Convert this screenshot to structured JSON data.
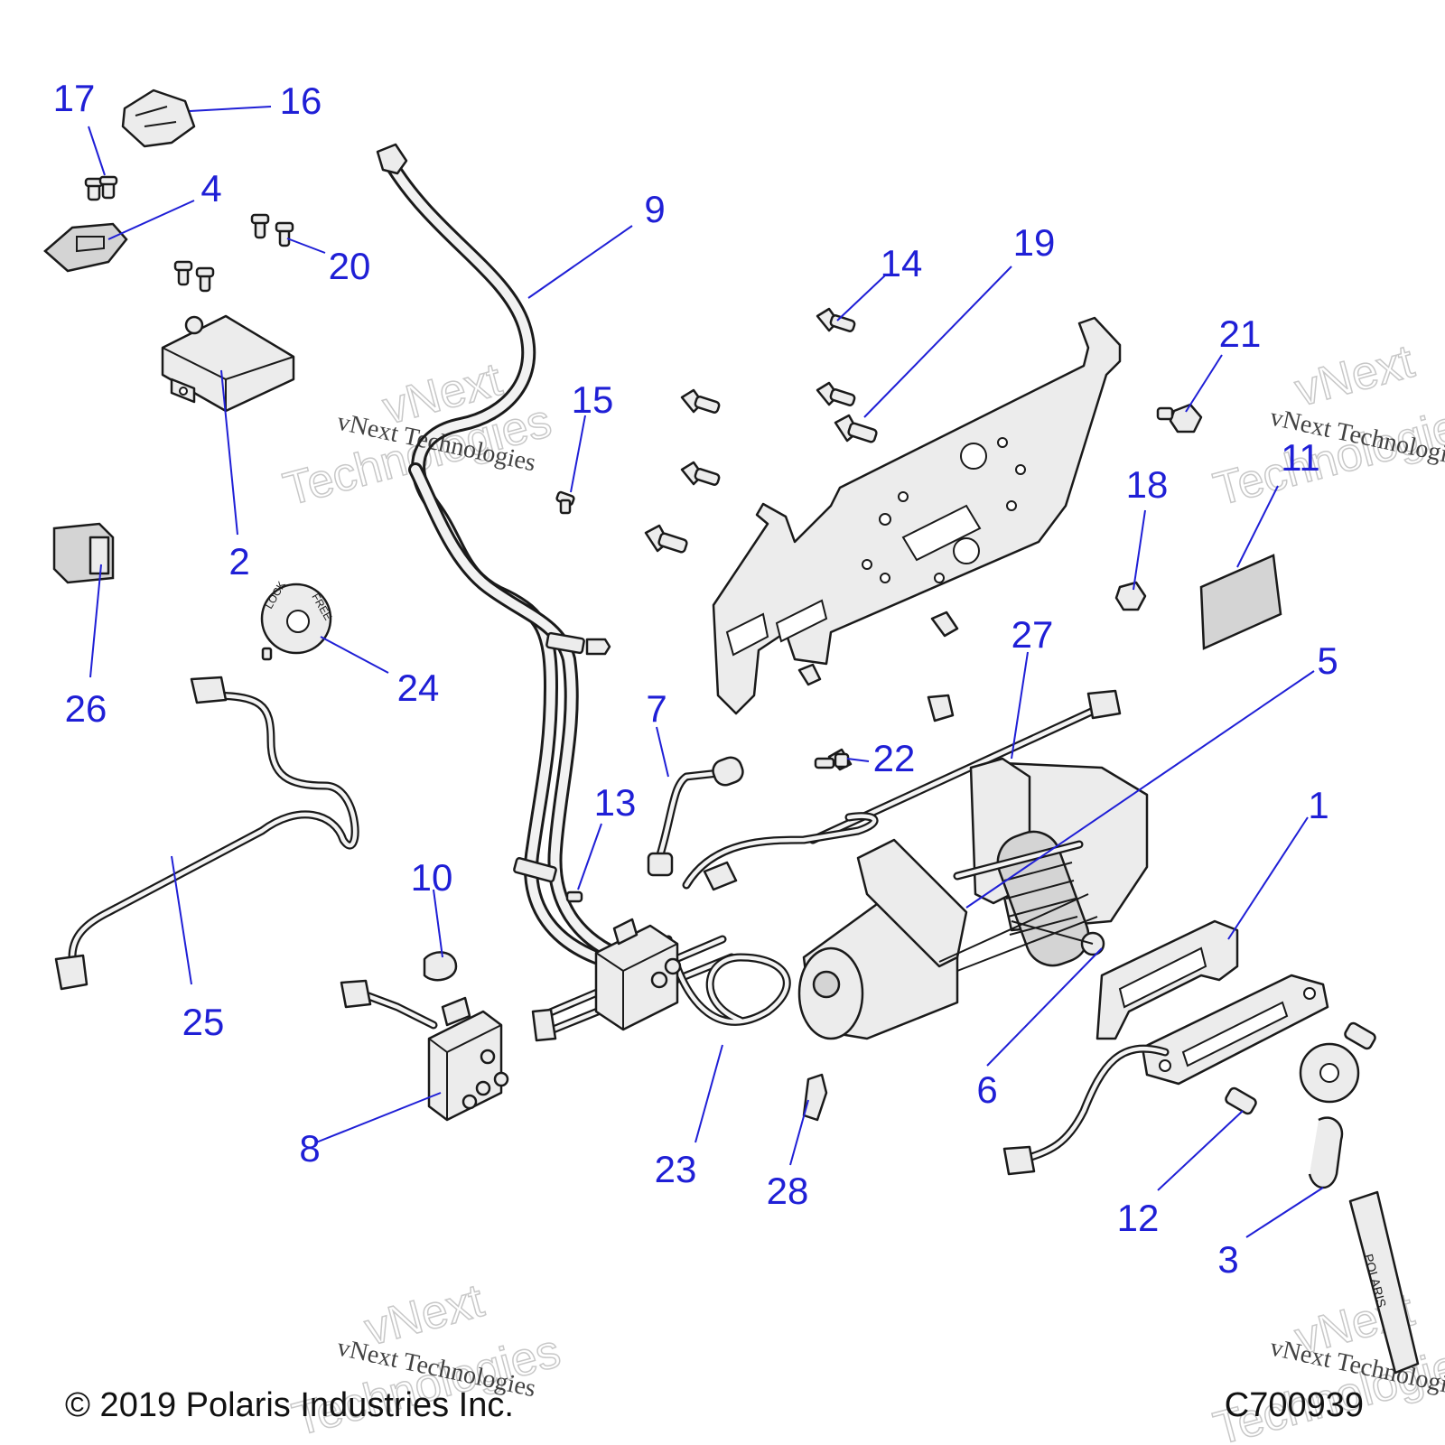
{
  "diagram": {
    "callouts": [
      "1",
      "2",
      "3",
      "4",
      "5",
      "6",
      "7",
      "8",
      "9",
      "10",
      "11",
      "12",
      "13",
      "14",
      "15",
      "16",
      "17",
      "18",
      "19",
      "20",
      "21",
      "22",
      "23",
      "24",
      "25",
      "26",
      "27",
      "28"
    ],
    "embossed_text": {
      "lock": "LOCK",
      "free": "FREE",
      "brand": "POLARIS"
    }
  },
  "watermark": {
    "line": "vNext Technologies",
    "word1": "vNext",
    "word2": "Technologies"
  },
  "footer": {
    "copyright": "© 2019 Polaris Industries Inc.",
    "drawing_number": "C700939"
  }
}
